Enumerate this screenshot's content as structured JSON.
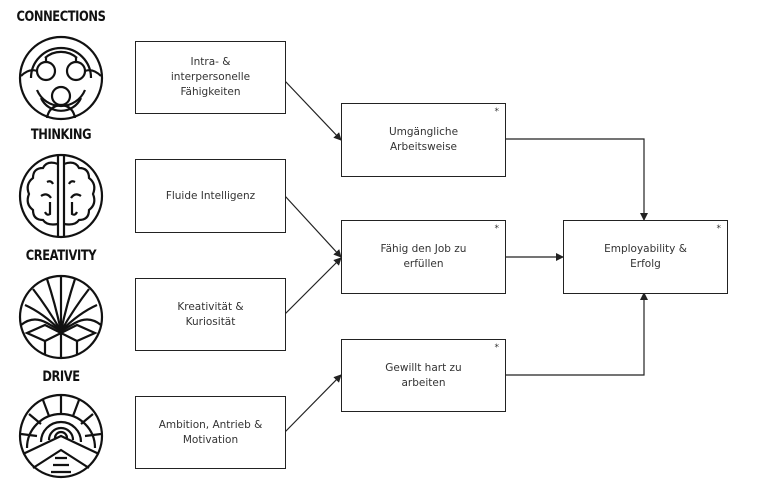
{
  "categories": [
    {
      "title": "CONNECTIONS",
      "icon": "people-connection-icon"
    },
    {
      "title": "THINKING",
      "icon": "brain-icon"
    },
    {
      "title": "CREATIVITY",
      "icon": "open-box-rays-icon"
    },
    {
      "title": "DRIVE",
      "icon": "road-tunnel-icon"
    }
  ],
  "traits": [
    {
      "label": "Intra- &\ninterpersonelle\nFähigkeiten"
    },
    {
      "label": "Fluide Intelligenz"
    },
    {
      "label": "Kreativität &\nKuriosität"
    },
    {
      "label": "Ambition, Antrieb &\nMotivation"
    }
  ],
  "outcomes": [
    {
      "label": "Umgängliche\nArbeitsweise",
      "marker": "*"
    },
    {
      "label": "Fähig den Job zu\nerfüllen",
      "marker": "*"
    },
    {
      "label": "Gewillt hart zu\narbeiten",
      "marker": "*"
    }
  ],
  "result": {
    "label": "Employability &\nErfolg",
    "marker": "*"
  },
  "edges": [
    {
      "from": "Intra- & interpersonelle Fähigkeiten",
      "to": "Umgängliche Arbeitsweise"
    },
    {
      "from": "Fluide Intelligenz",
      "to": "Fähig den Job zu erfüllen"
    },
    {
      "from": "Kreativität & Kuriosität",
      "to": "Fähig den Job zu erfüllen"
    },
    {
      "from": "Ambition, Antrieb & Motivation",
      "to": "Gewillt hart zu arbeiten"
    },
    {
      "from": "Umgängliche Arbeitsweise",
      "to": "Employability & Erfolg"
    },
    {
      "from": "Fähig den Job zu erfüllen",
      "to": "Employability & Erfolg"
    },
    {
      "from": "Gewillt hart zu arbeiten",
      "to": "Employability & Erfolg"
    }
  ],
  "colors": {
    "line": "#222222",
    "text": "#333333",
    "title": "#111111",
    "background": "#ffffff"
  }
}
